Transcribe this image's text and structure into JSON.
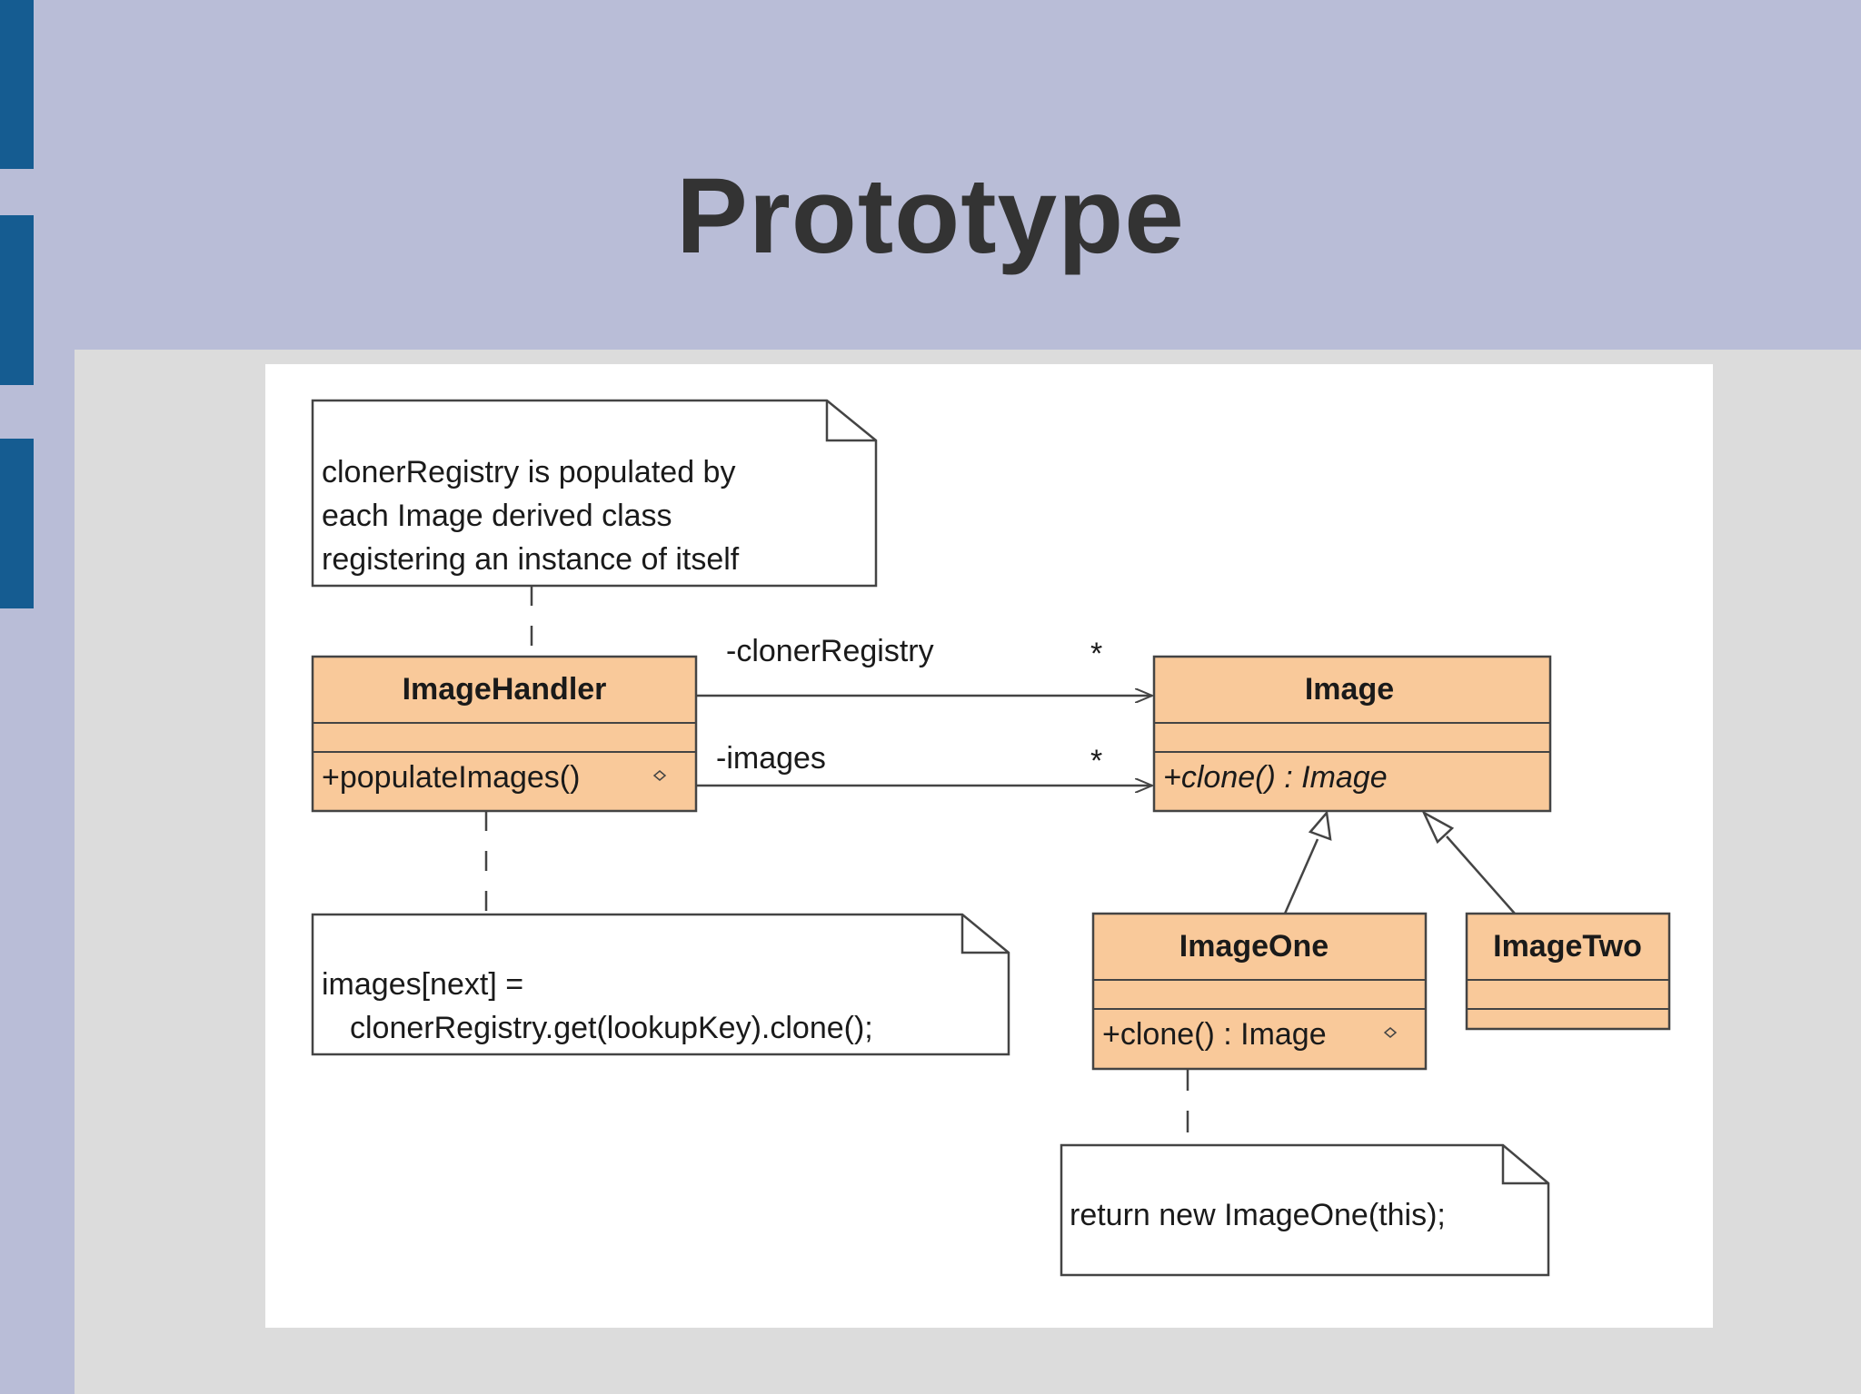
{
  "slide": {
    "title": "Prototype"
  },
  "diagram": {
    "notes": {
      "registry": [
        "clonerRegistry is populated by",
        "each Image derived class",
        "registering an instance of itself"
      ],
      "populate": [
        "images[next] =",
        "clonerRegistry.get(lookupKey).clone();"
      ],
      "clone": [
        "return new ImageOne(this);"
      ]
    },
    "classes": {
      "image_handler": {
        "name": "ImageHandler",
        "operation": "+populateImages()"
      },
      "image": {
        "name": "Image",
        "operation": "+clone() : Image"
      },
      "image_one": {
        "name": "ImageOne",
        "operation": "+clone() : Image"
      },
      "image_two": {
        "name": "ImageTwo"
      }
    },
    "associations": {
      "cloner_registry": {
        "role": "-clonerRegistry",
        "multiplicity": "*"
      },
      "images": {
        "role": "-images",
        "multiplicity": "*"
      }
    }
  },
  "colors": {
    "class_fill": "#f9c99a",
    "side_accent": "#155c91",
    "header_bg": "#b9bdd7"
  }
}
